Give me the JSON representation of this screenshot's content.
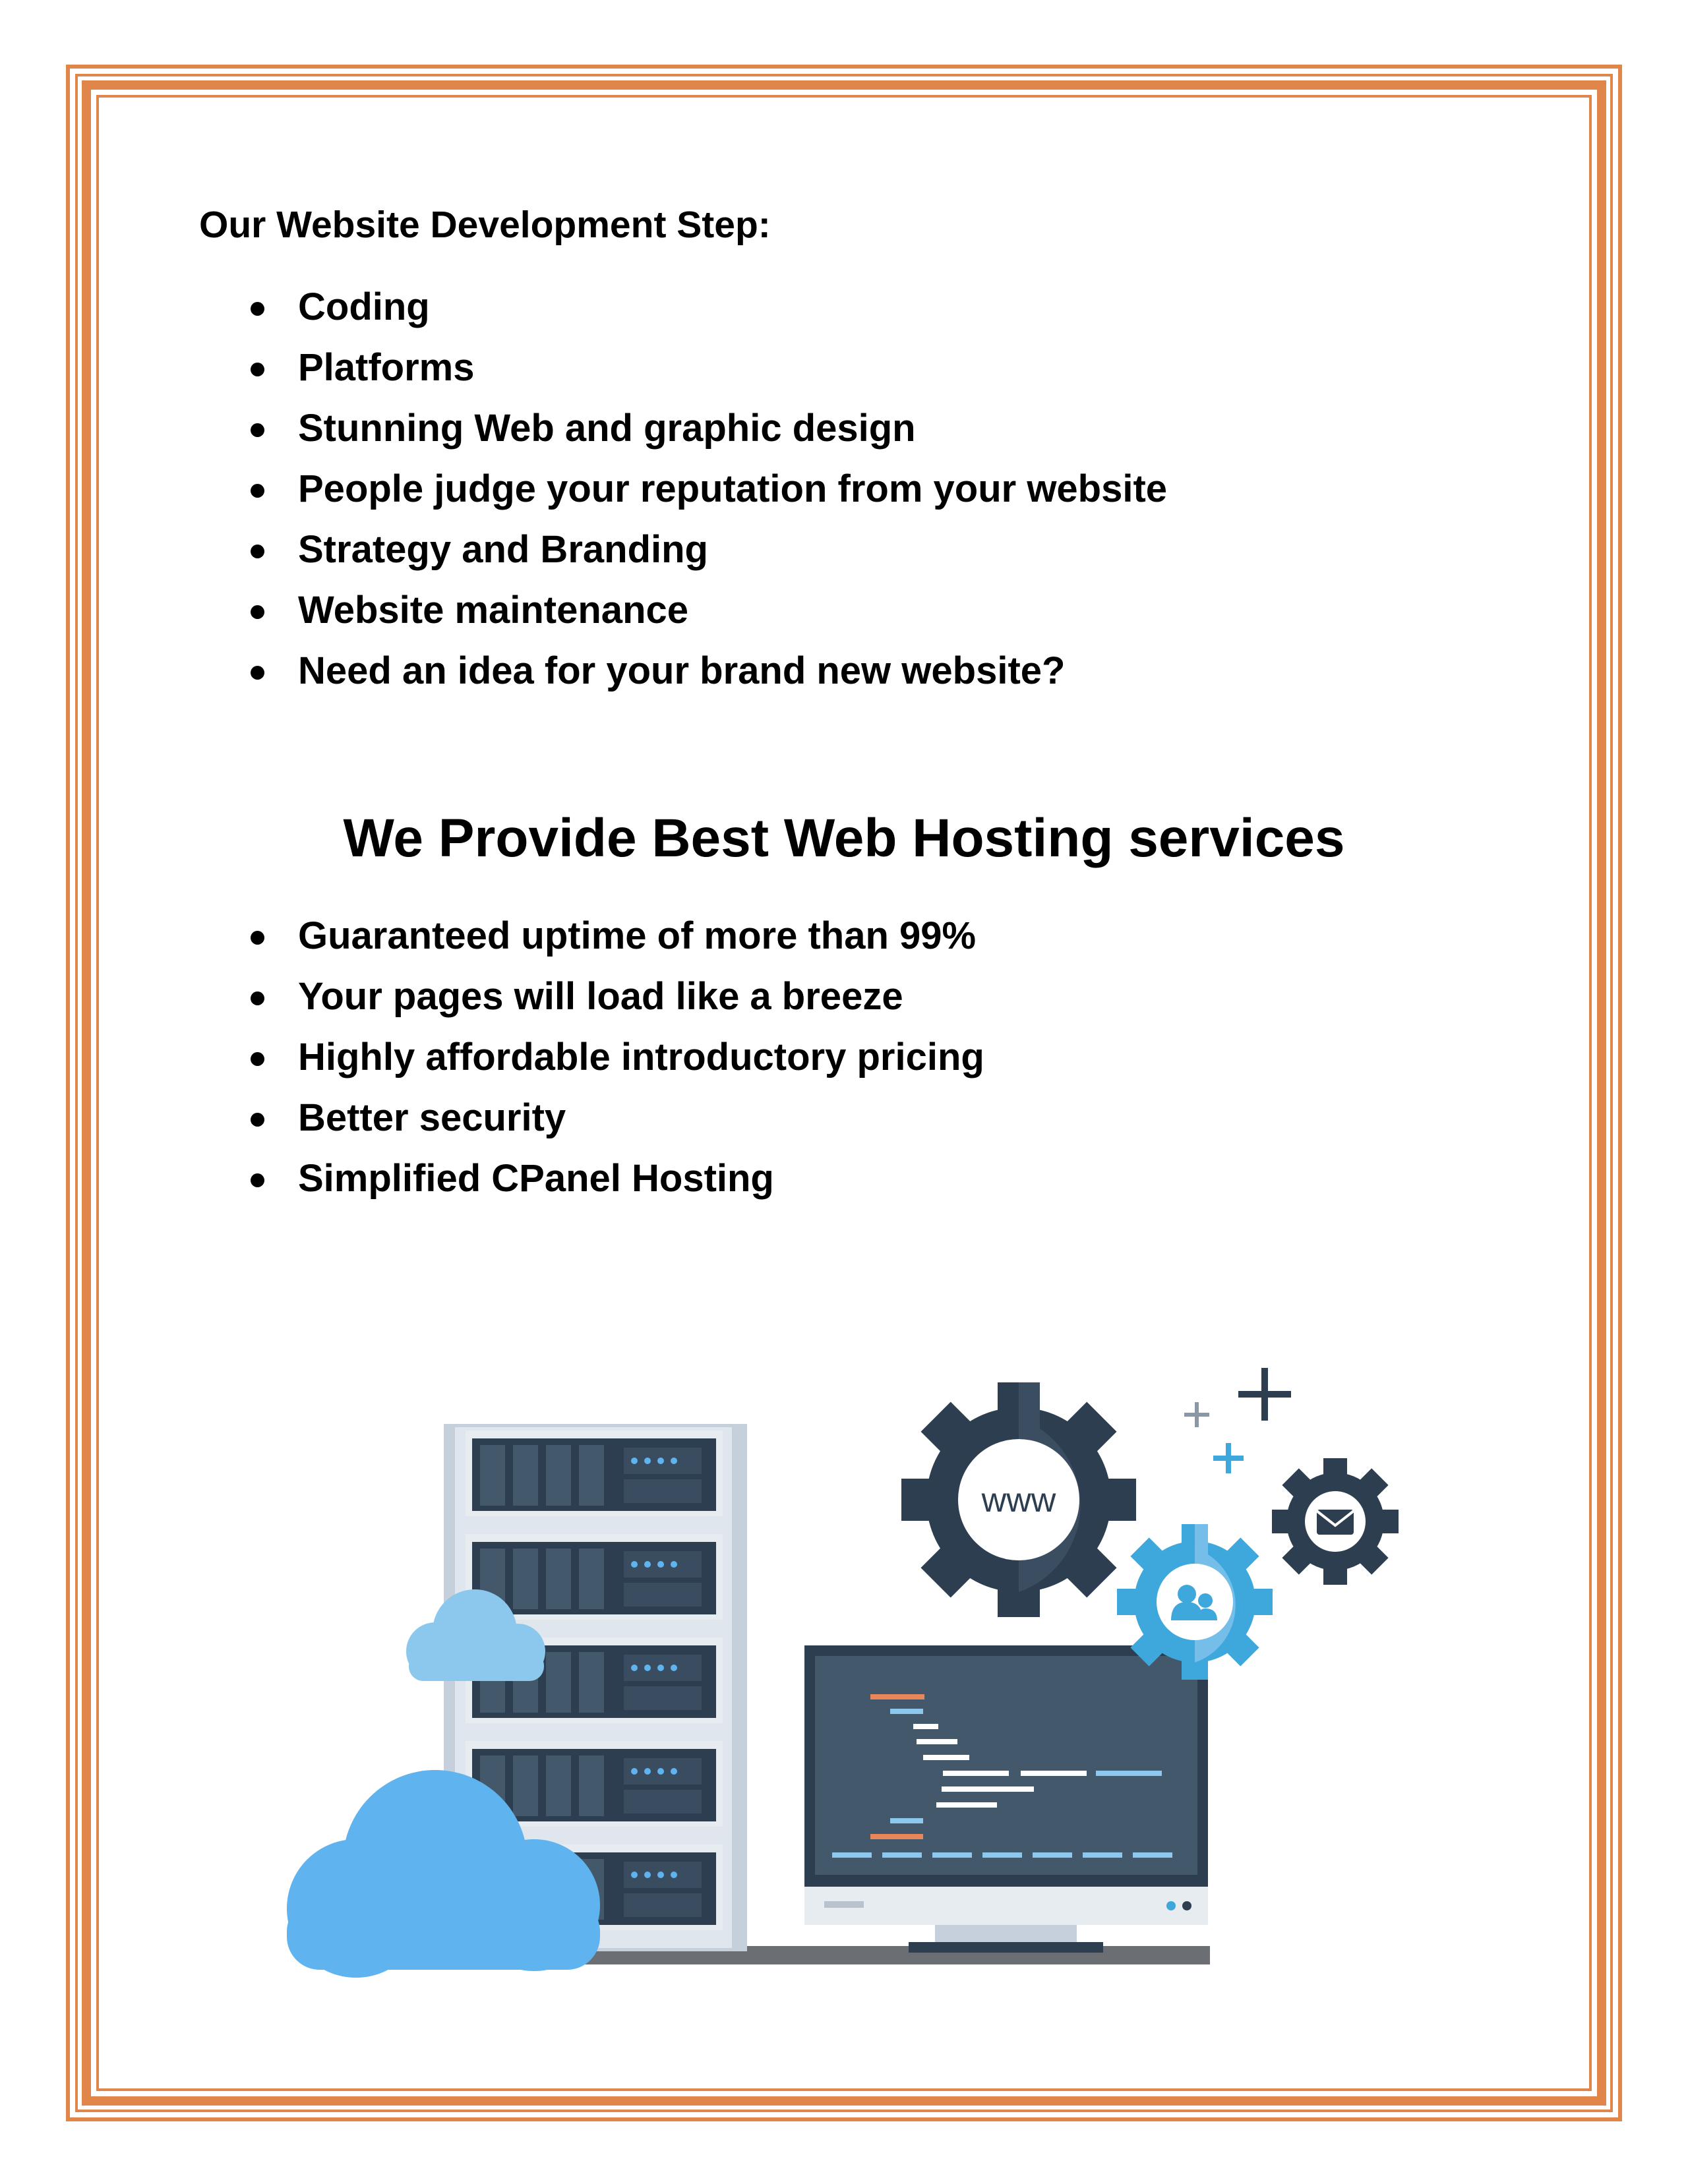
{
  "development": {
    "heading": "Our Website Development Step:",
    "items": [
      "Coding",
      "Platforms",
      "Stunning Web and graphic design",
      "People judge your reputation from your website",
      "Strategy and Branding",
      "Website maintenance",
      "Need an idea for your brand new website?"
    ]
  },
  "hosting": {
    "heading": "We Provide Best Web Hosting services",
    "items": [
      "Guaranteed uptime of more than 99%",
      "Your pages will load like a breeze",
      "Highly affordable introductory pricing",
      "Better security",
      "Simplified CPanel Hosting"
    ]
  },
  "illustration": {
    "gear_label": "www",
    "icons": [
      "cloud-icon",
      "server-rack-icon",
      "monitor-code-icon",
      "gear-www-icon",
      "gear-users-icon",
      "gear-mail-icon",
      "plus-icon"
    ],
    "colors": {
      "frame": "#e0864a",
      "dark": "#2d3e50",
      "server_light": "#c5d0dc",
      "cloud": "#5fb3ef",
      "cloud_light": "#8cc8ee",
      "gear_blue": "#3ea7dc",
      "accent_orange": "#e8865a"
    }
  }
}
